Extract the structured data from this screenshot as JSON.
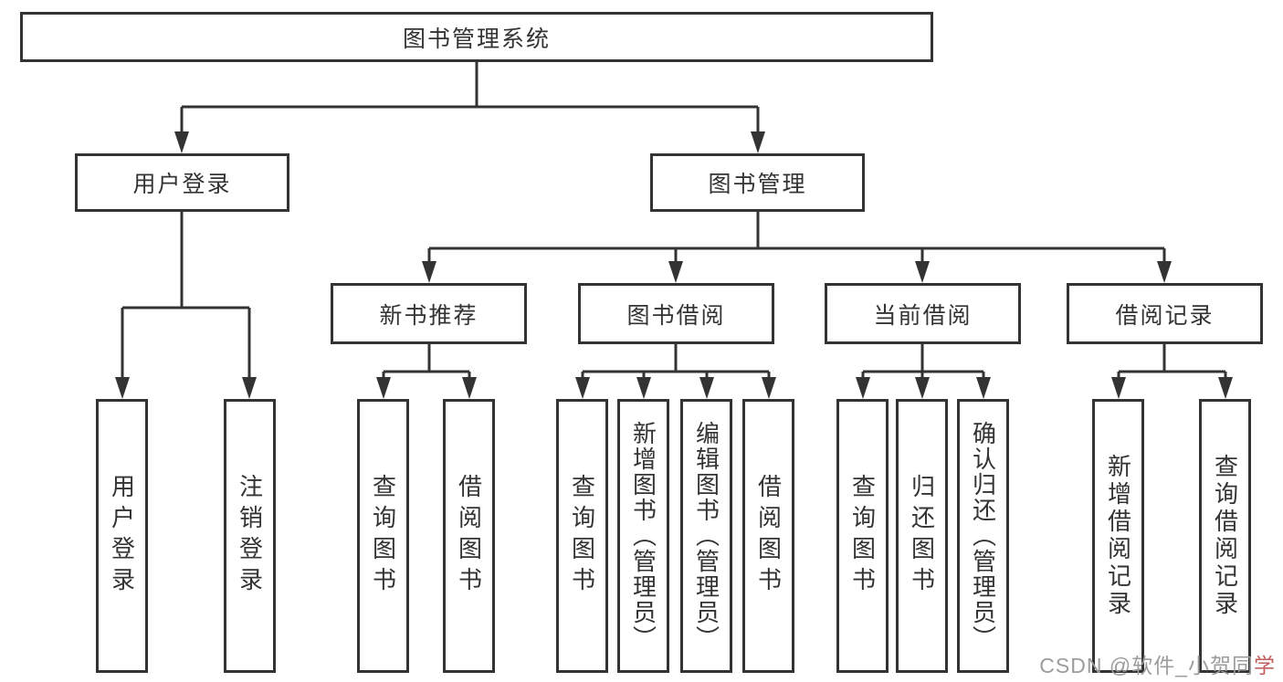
{
  "tree": {
    "root": {
      "label": "图书管理系统"
    },
    "level2": [
      {
        "label": "用户登录"
      },
      {
        "label": "图书管理"
      }
    ],
    "level3": [
      {
        "label": "新书推荐"
      },
      {
        "label": "图书借阅"
      },
      {
        "label": "当前借阅"
      },
      {
        "label": "借阅记录"
      }
    ],
    "leaves": {
      "user_login": [
        {
          "label": "用户登录"
        },
        {
          "label": "注销登录"
        }
      ],
      "new_books": [
        {
          "label": "查询图书"
        },
        {
          "label": "借阅图书"
        }
      ],
      "book_borrow": [
        {
          "label": "查询图书"
        },
        {
          "label": "新增图书（管理员）"
        },
        {
          "label": "编辑图书（管理员）"
        },
        {
          "label": "借阅图书"
        }
      ],
      "current_borrow": [
        {
          "label": "查询图书"
        },
        {
          "label": "归还图书"
        },
        {
          "label": "确认归还（管理员）"
        }
      ],
      "borrow_records": [
        {
          "label": "新增借阅记录"
        },
        {
          "label": "查询借阅记录"
        }
      ]
    }
  },
  "watermark": {
    "prefix": "CSDN @软件_小贺同",
    "accent": "学"
  },
  "colors": {
    "line": "#333333",
    "text": "#333333",
    "background": "#ffffff",
    "watermark": "#9c9c9c",
    "watermark_accent": "#c25e5e"
  }
}
